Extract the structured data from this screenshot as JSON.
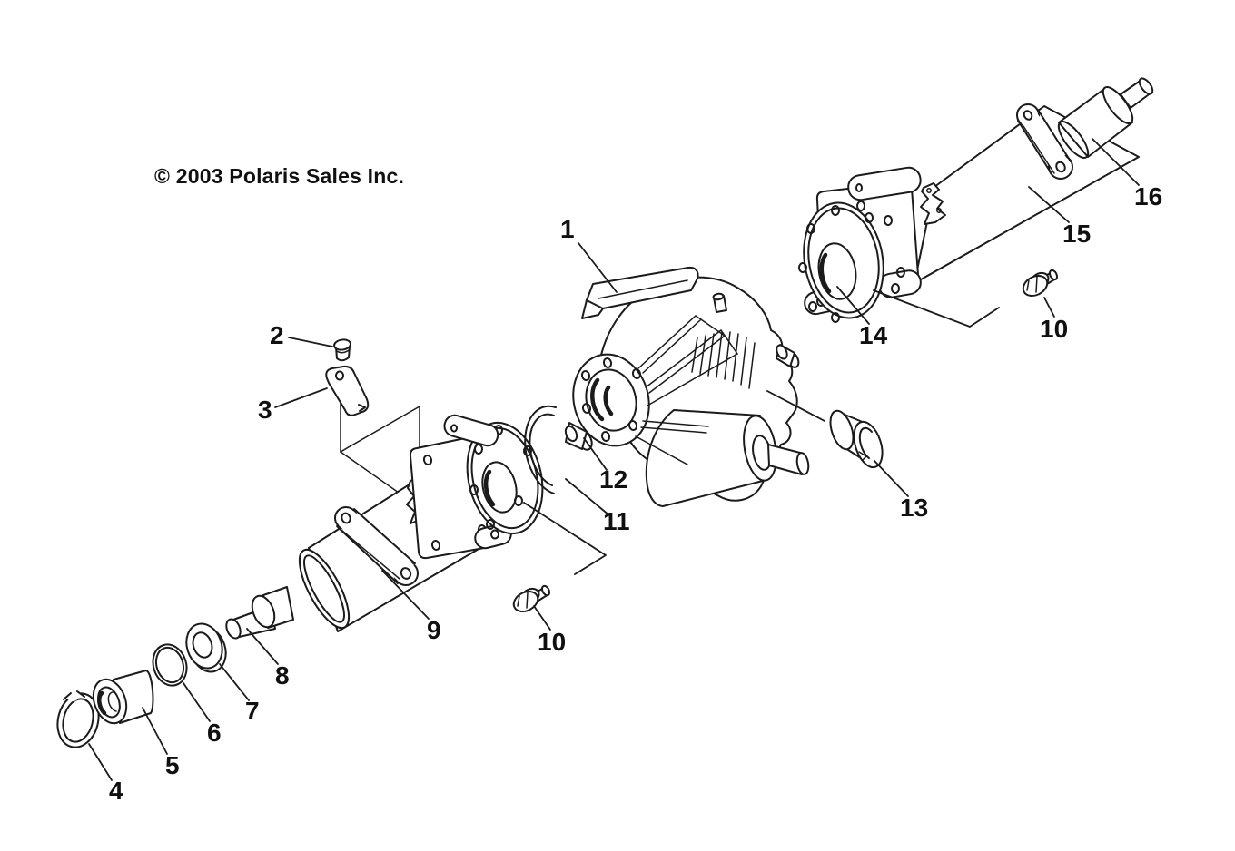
{
  "copyright": "© 2003 Polaris Sales Inc.",
  "callouts": [
    {
      "label": "1"
    },
    {
      "label": "2"
    },
    {
      "label": "3"
    },
    {
      "label": "4"
    },
    {
      "label": "5"
    },
    {
      "label": "6"
    },
    {
      "label": "7"
    },
    {
      "label": "8"
    },
    {
      "label": "9"
    },
    {
      "label": "10"
    },
    {
      "label": "11"
    },
    {
      "label": "12"
    },
    {
      "label": "13"
    },
    {
      "label": "14"
    },
    {
      "label": "15"
    },
    {
      "label": "16"
    },
    {
      "label": "10"
    }
  ]
}
